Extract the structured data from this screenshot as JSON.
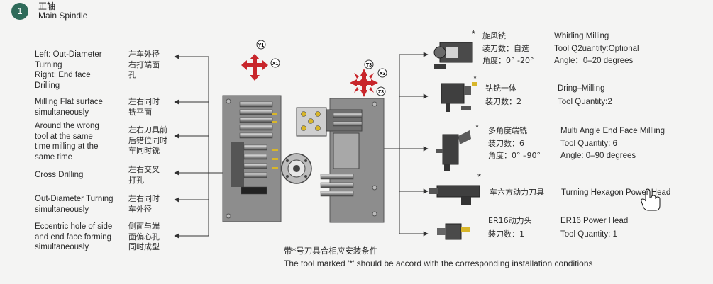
{
  "section": {
    "number": "1",
    "title_zh": "正轴",
    "title_en": "Main Spindle"
  },
  "left_ops": [
    {
      "en": [
        "Left: Out-Diameter",
        "Turning",
        "Right: End face",
        "Drilling"
      ],
      "zh": [
        "左车外径",
        "右打端面",
        "孔"
      ]
    },
    {
      "en": [
        "Milling Flat surface",
        "simultaneously"
      ],
      "zh": [
        "左右同时",
        "铣平面"
      ]
    },
    {
      "en": [
        "Around the wrong",
        "tool at the same",
        "time milling at the",
        "same time"
      ],
      "zh": [
        "左右刀具前",
        "后错位同时",
        "车同时铣"
      ]
    },
    {
      "en": [
        "Cross Drilling"
      ],
      "zh": [
        "左右交叉",
        "打孔"
      ]
    },
    {
      "en": [
        "Out-Diameter Turning",
        "simultaneously"
      ],
      "zh": [
        "左右同时",
        "车外径"
      ]
    },
    {
      "en": [
        "Eccentric hole of side",
        "and end face forming",
        "simultaneously"
      ],
      "zh": [
        "侧面与端",
        "面偏心孔",
        "同时成型"
      ]
    }
  ],
  "axes_left": [
    "Y1",
    "X1"
  ],
  "axes_right": [
    "T3",
    "X3",
    "Z3"
  ],
  "tools": [
    {
      "star": "*",
      "zh": [
        "旋风铣",
        "装刀数：自选",
        "角度：0°  -20°"
      ],
      "en": [
        "Whirling Milling",
        "Tool Q2uantity:Optional",
        "Angle：0–20 degrees"
      ]
    },
    {
      "star": "*",
      "zh": [
        "钻铣一体",
        "装刀数：2"
      ],
      "en": [
        "Dring–Milling",
        "Tool Quantity:2"
      ]
    },
    {
      "star": "*",
      "zh": [
        "多角度端铣",
        "装刀数：6",
        "角度：0°  –90°"
      ],
      "en": [
        "Multi Angle End Face Millling",
        "Tool Quantity: 6",
        "Angle: 0–90 degrees"
      ]
    },
    {
      "star": "*",
      "zh": [
        "车六方动力刀具"
      ],
      "en": [
        "Turning Hexagon Power Head"
      ]
    },
    {
      "star": "",
      "zh": [
        "ER16动力头",
        "装刀数：1"
      ],
      "en": [
        "ER16 Power Head",
        "Tool Quantity: 1"
      ]
    }
  ],
  "footnote": {
    "zh": "带*号刀具合相应安装条件",
    "en": "The tool marked '*' should be accord with the corresponding installation conditions"
  },
  "colors": {
    "badge": "#2f6b5a",
    "arrow_red": "#c8262b",
    "plate": "#8d8d8d",
    "line": "#333333"
  }
}
